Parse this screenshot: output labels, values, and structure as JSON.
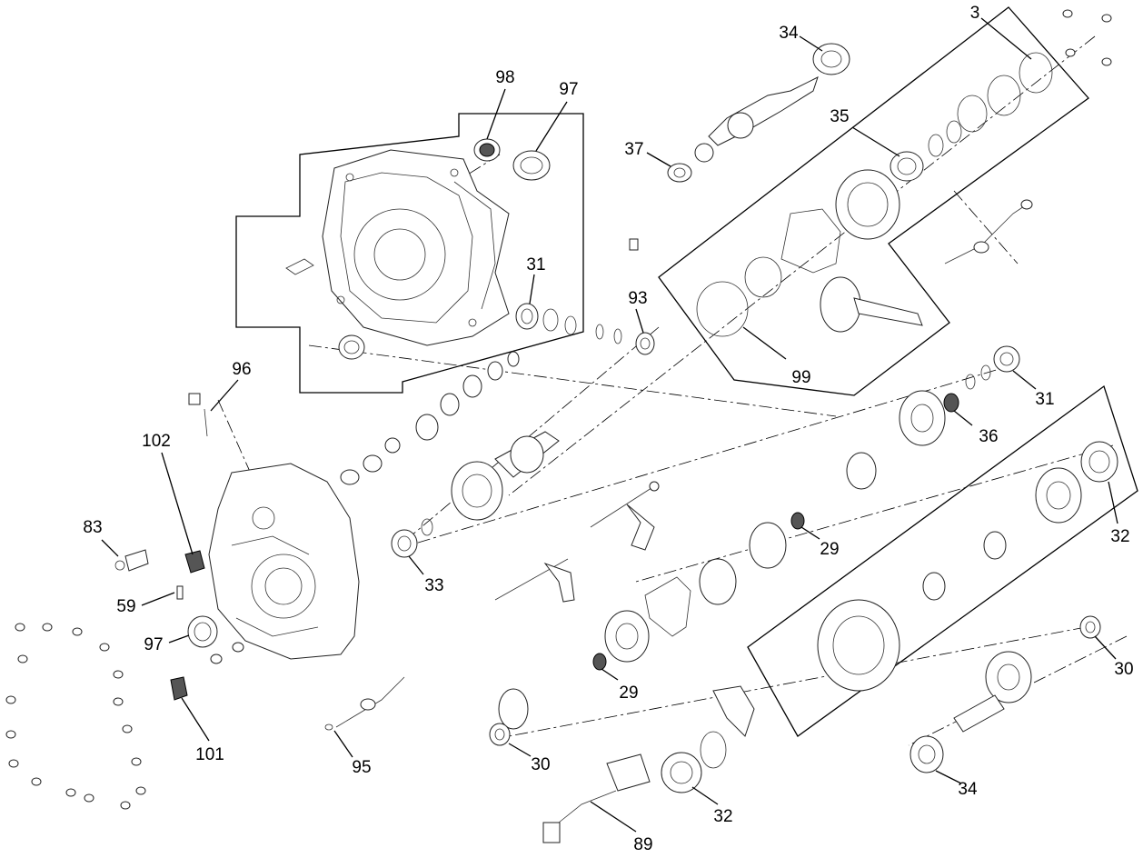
{
  "callouts": [
    {
      "id": "c98",
      "label": "98"
    },
    {
      "id": "c97a",
      "label": "97"
    },
    {
      "id": "c31a",
      "label": "31"
    },
    {
      "id": "c93",
      "label": "93"
    },
    {
      "id": "c34a",
      "label": "34"
    },
    {
      "id": "c3",
      "label": "3"
    },
    {
      "id": "c35",
      "label": "35"
    },
    {
      "id": "c37",
      "label": "37"
    },
    {
      "id": "c99",
      "label": "99"
    },
    {
      "id": "c31b",
      "label": "31"
    },
    {
      "id": "c36",
      "label": "36"
    },
    {
      "id": "c96",
      "label": "96"
    },
    {
      "id": "c102",
      "label": "102"
    },
    {
      "id": "c83",
      "label": "83"
    },
    {
      "id": "c59",
      "label": "59"
    },
    {
      "id": "c97b",
      "label": "97"
    },
    {
      "id": "c101",
      "label": "101"
    },
    {
      "id": "c95",
      "label": "95"
    },
    {
      "id": "c33",
      "label": "33"
    },
    {
      "id": "c29a",
      "label": "29"
    },
    {
      "id": "c32a",
      "label": "32"
    },
    {
      "id": "c29b",
      "label": "29"
    },
    {
      "id": "c30a",
      "label": "30"
    },
    {
      "id": "c30b",
      "label": "30"
    },
    {
      "id": "c32b",
      "label": "32"
    },
    {
      "id": "c89",
      "label": "89"
    },
    {
      "id": "c34b",
      "label": "34"
    }
  ]
}
